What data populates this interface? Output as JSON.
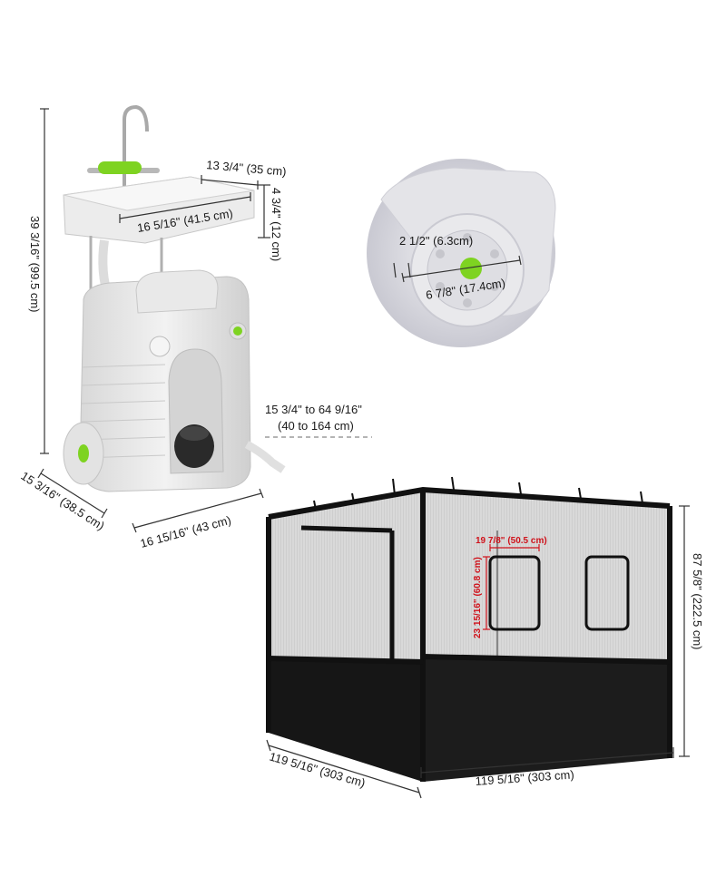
{
  "dimensions": {
    "total_height": "39 3/16\" (99.5 cm)",
    "basin_depth": "13 3/4\" (35 cm)",
    "basin_width": "16 5/16\" (41.5 cm)",
    "basin_height": "4 3/4\" (12 cm)",
    "wheel_width": "2 1/2\" (6.3cm)",
    "wheel_diameter": "6 7/8\" (17.4cm)",
    "hose_length_line1": "15 3/4\" to 64 9/16\"",
    "hose_length_line2": "(40 to 164 cm)",
    "base_depth": "15 3/16\" (38.5 cm)",
    "base_width": "16 15/16\" (43 cm)",
    "tent_height": "87 5/8\" (222.5 cm)",
    "tent_depth": "119 5/16\" (303 cm)",
    "tent_width": "119 5/16\" (303 cm)",
    "window_width": "19 7/8\" (50.5 cm)",
    "window_height": "23 15/16\" (60.8 cm)"
  },
  "colors": {
    "sink_body": "#e6e6e6",
    "accent_green": "#7ed321",
    "tent_frame": "#111111",
    "dimension_red": "#d0121b"
  }
}
